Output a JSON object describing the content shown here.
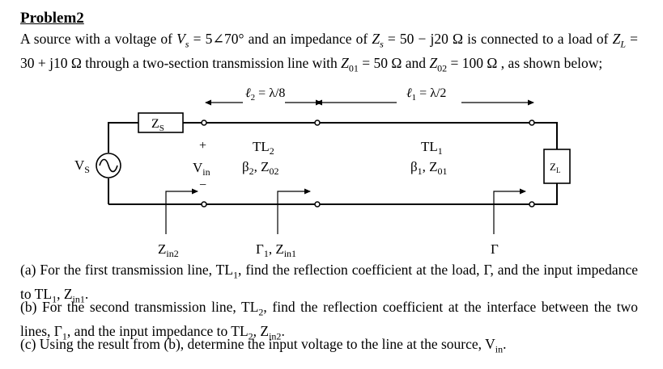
{
  "problem": {
    "title": "Problem2",
    "intro": {
      "s1": "A source with a voltage of ",
      "vs_var": "V",
      "vs_sub": "s",
      "s2": " = 5∠70° and an impedance of ",
      "zs_var": "Z",
      "zs_sub": "s",
      "s3": " = 50 − j20 Ω is connected to a load of ",
      "zl_var": "Z",
      "zl_sub": "L",
      "s4": " = 30 + j10 Ω  through a two-section transmission line with ",
      "z01_var": "Z",
      "z01_sub": "01",
      "s5": " = 50 Ω and ",
      "z02_var": "Z",
      "z02_sub": "02",
      "s6": " = 100 Ω , as shown below;"
    },
    "part_a": {
      "t1": "(a) For the first transmission line, TL",
      "t1_sub": "1",
      "t2": ", find the reflection coefficient at the load, Γ, and the input impedance to TL",
      "t2_sub": "1",
      "t3": ", Z",
      "t3_sub": "in1",
      "t4": "."
    },
    "part_b": {
      "t1": "(b) For the second transmission line, TL",
      "t1_sub": "2",
      "t2": ", find the reflection coefficient at the interface between the two lines, Γ",
      "t2_sub": "1",
      "t3": ", and the input impedance to TL",
      "t3_sub": "2",
      "t4": ", Z",
      "t4_sub": "in2",
      "t5": "."
    },
    "part_c": {
      "t1": "(c) Using the result from (b), determine the input voltage to the line at the source, V",
      "t1_sub": "in",
      "t2": "."
    }
  },
  "diagram": {
    "len2_main": "ℓ",
    "len2_sub": "2",
    "len2_rest": " = λ/8",
    "len1_main": "ℓ",
    "len1_sub": "1",
    "len1_rest": " = λ/2",
    "zs_main": "Z",
    "zs_sub": "S",
    "vs_main": "V",
    "vs_sub": "S",
    "plus": "+",
    "minus": "−",
    "vin_main": "V",
    "vin_sub": "in",
    "tl2_main": "TL",
    "tl2_sub": "2",
    "tl2_b": "β",
    "tl2_b_sub": "2",
    "tl2_comma": ", Z",
    "tl2_z_sub": "02",
    "tl1_main": "TL",
    "tl1_sub": "1",
    "tl1_b": "β",
    "tl1_b_sub": "1",
    "tl1_comma": ", Z",
    "tl1_z_sub": "01",
    "zl_main": "Z",
    "zl_sub": "L",
    "zin2_main": "Z",
    "zin2_sub": "in2",
    "gamma1_main": "Γ",
    "gamma1_sub": "1",
    "gamma1_rest": ", Z",
    "zin1_sub": "in1",
    "gamma": "Γ"
  }
}
